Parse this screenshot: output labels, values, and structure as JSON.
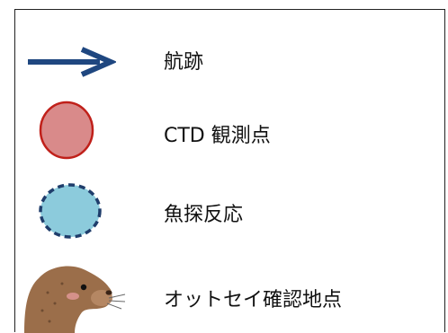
{
  "legend": {
    "items": [
      {
        "label": "航跡",
        "symbol": "arrow-icon",
        "color": "#1f4780"
      },
      {
        "label": "CTD 観測点",
        "symbol": "red-circle-icon",
        "fill": "#d98a8a",
        "stroke": "#c0201a"
      },
      {
        "label": "魚探反応",
        "symbol": "dashed-blue-circle-icon",
        "fill": "#8ccbdc",
        "stroke": "#1f3d6b"
      },
      {
        "label": "オットセイ確認地点",
        "symbol": "fur-seal-icon",
        "color": "#9b6e4a"
      }
    ]
  }
}
